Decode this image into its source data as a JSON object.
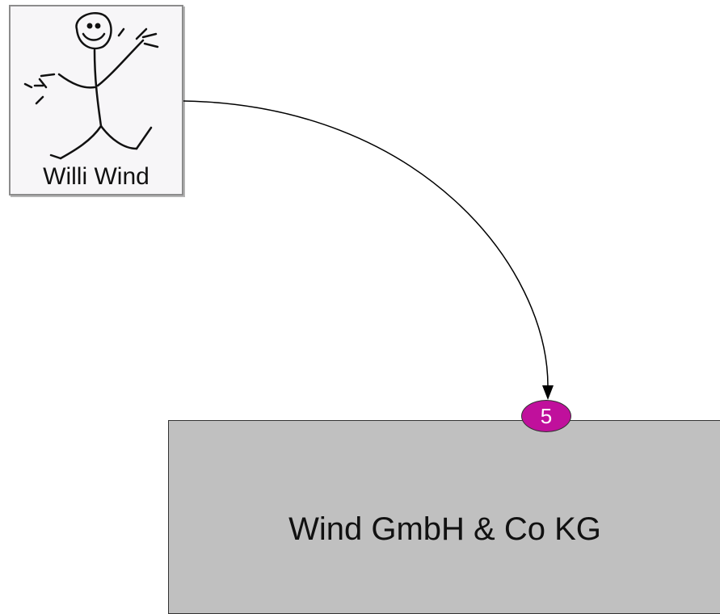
{
  "person": {
    "name": "Willi Wind"
  },
  "company": {
    "name": "Wind GmbH & Co KG"
  },
  "relation": {
    "share_label": "5"
  },
  "colors": {
    "badge": "#c0109c",
    "company_fill": "#c0c0c0",
    "card_fill": "#f7f6f8",
    "line": "#000000"
  },
  "icons": {
    "person_picture": "stick-figure-icon"
  }
}
